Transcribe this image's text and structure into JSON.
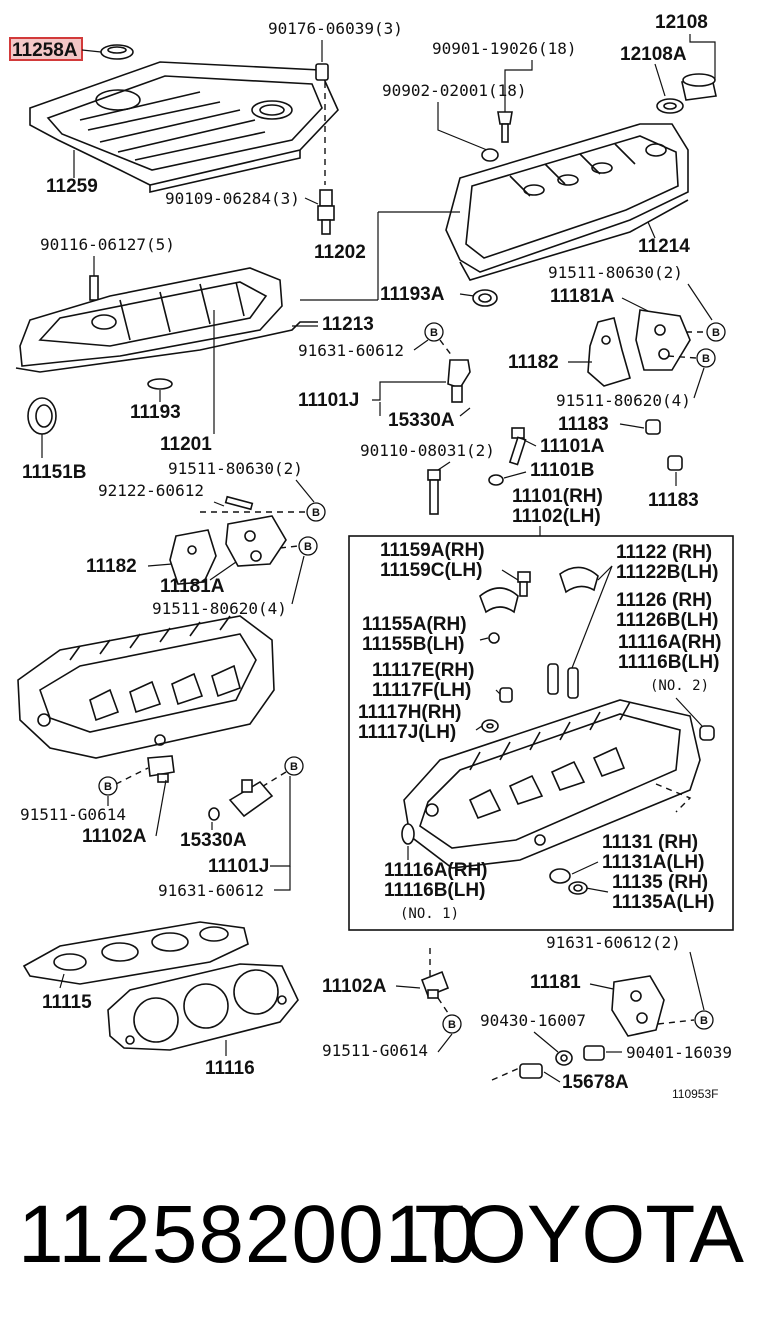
{
  "highlight_part": "11258A",
  "figure_code": "110953F",
  "footer": {
    "part_number": "1125820010",
    "brand": "TOYOTA"
  },
  "labels": {
    "p11258A": "11258A",
    "p90176": "90176-06039(3)",
    "p12108": "12108",
    "p12108A": "12108A",
    "p90901": "90901-19026(18)",
    "p90902": "90902-02001(18)",
    "p11259": "11259",
    "p90109": "90109-06284(3)",
    "p11214": "11214",
    "p11202": "11202",
    "p90116": "90116-06127(5)",
    "p11193A": "11193A",
    "p91511_80630_top": "91511-80630(2)",
    "p11181A_top": "11181A",
    "p11213": "11213",
    "p91631_top": "91631-60612",
    "p11182_top": "11182",
    "p91511_80620_top": "91511-80620(4)",
    "p11101J_top": "11101J",
    "p15330A_top": "15330A",
    "p11193": "11193",
    "p11183a": "11183",
    "p11201": "11201",
    "p90110": "90110-08031(2)",
    "p11101A": "11101A",
    "p11151B": "11151B",
    "p91511_80630_mid": "91511-80630(2)",
    "p11101B": "11101B",
    "p92122": "92122-60612",
    "p11183b": "11183",
    "p11101RH": "11101(RH)",
    "p11102LH": "11102(LH)",
    "p11182_mid": "11182",
    "p11181A_mid": "11181A",
    "p91511_80620_mid": "91511-80620(4)",
    "p11159A": "11159A(RH)",
    "p11159C": "11159C(LH)",
    "p11122": "11122 (RH)",
    "p11122B": "11122B(LH)",
    "p11126": "11126 (RH)",
    "p11126B": "11126B(LH)",
    "p11155A": "11155A(RH)",
    "p11155B": "11155B(LH)",
    "p11116A_no2": "11116A(RH)",
    "p11116B_no2": "11116B(LH)",
    "no2": "(NO. 2)",
    "p11117E": "11117E(RH)",
    "p11117F": "11117F(LH)",
    "p11117H": "11117H(RH)",
    "p11117J": "11117J(LH)",
    "p91511_G0614_left": "91511-G0614",
    "p11102A_left": "11102A",
    "p15330A_low": "15330A",
    "p11101J_low": "11101J",
    "p91631_low": "91631-60612",
    "p11131": "11131 (RH)",
    "p11131A": "11131A(LH)",
    "p11116A_no1": "11116A(RH)",
    "p11116B_no1": "11116B(LH)",
    "p11135": "11135 (RH)",
    "p11135A": "11135A(LH)",
    "no1": "(NO. 1)",
    "p91631_60612_2": "91631-60612(2)",
    "p11115": "11115",
    "p11102A_mid": "11102A",
    "p11181_bot": "11181",
    "p90430": "90430-16007",
    "p91511_G0614_mid": "91511-G0614",
    "p90401": "90401-16039",
    "p11116": "11116",
    "p15678A": "15678A",
    "bubble": "B"
  }
}
